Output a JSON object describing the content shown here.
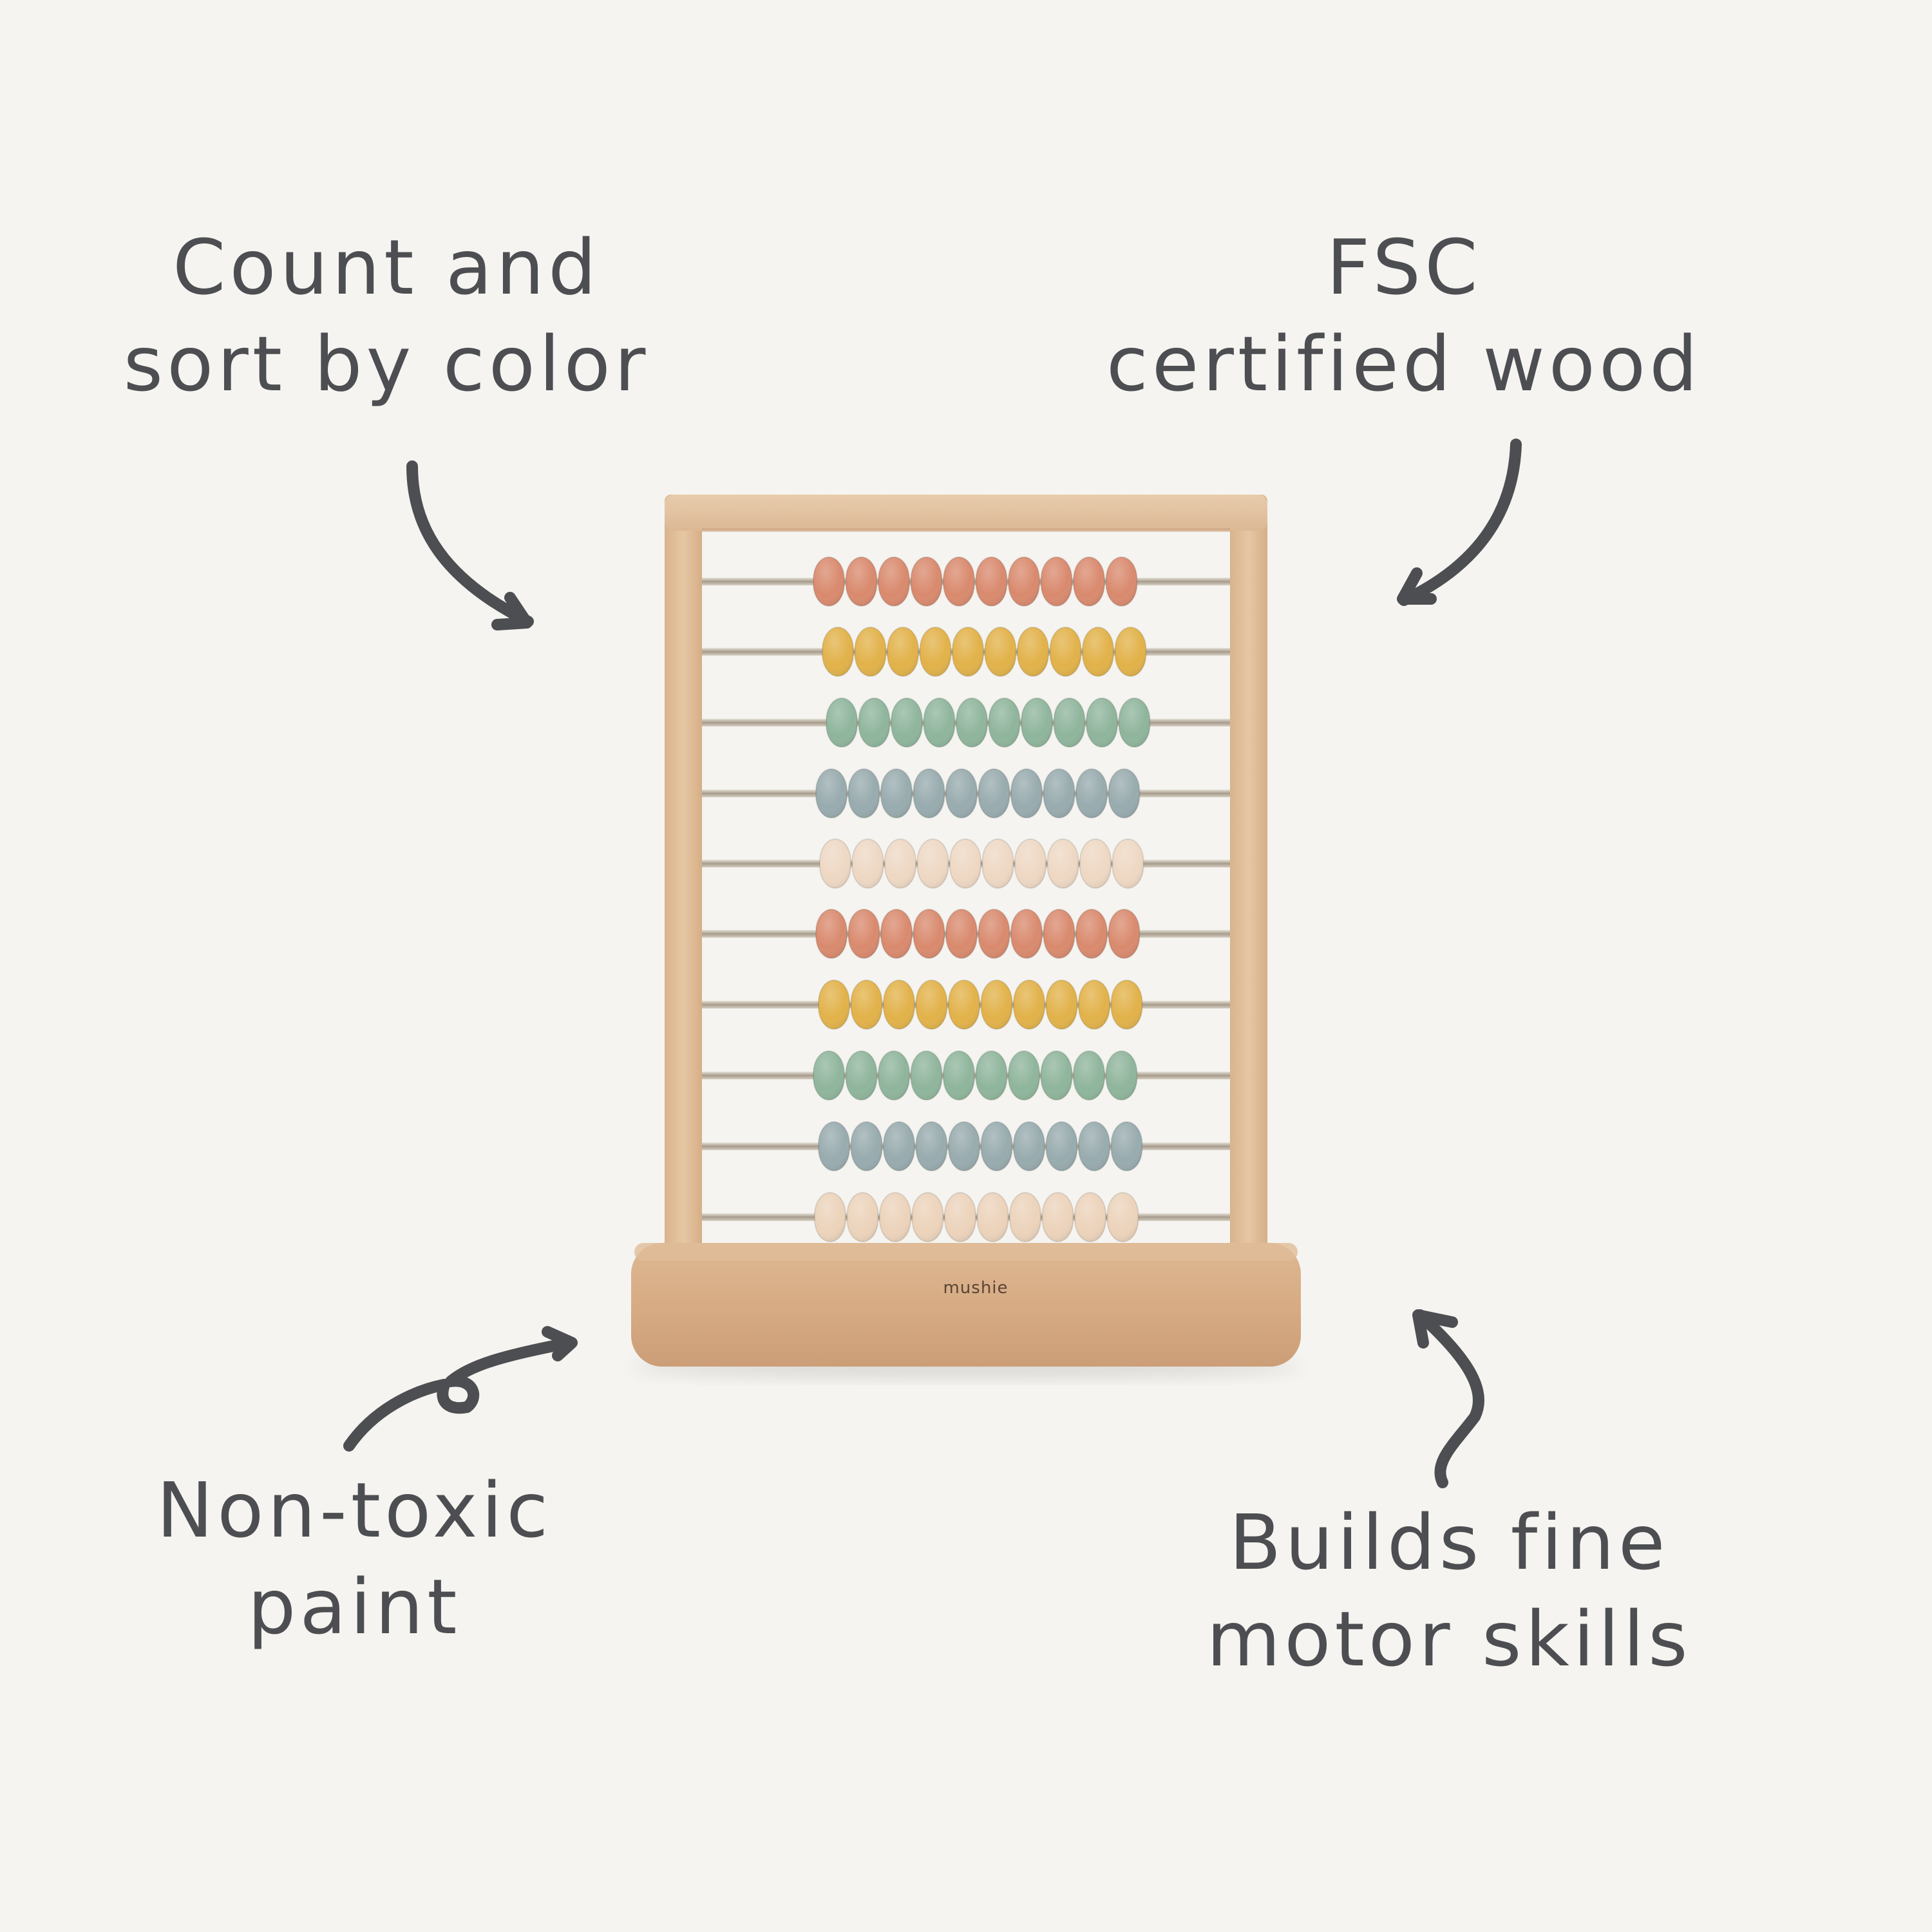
{
  "background_color": "#f5f4f0",
  "text_color": "#4d4e52",
  "callouts": {
    "top_left": {
      "line1": "Count and",
      "line2": "sort by color"
    },
    "top_right": {
      "line1": "FSC",
      "line2": "certified wood"
    },
    "bottom_left": {
      "line1": "Non-toxic",
      "line2": "paint"
    },
    "bottom_right": {
      "line1": "Builds fine",
      "line2": "motor skills"
    }
  },
  "product": {
    "name": "abacus",
    "brand_engraving": "mushie",
    "rods": 10,
    "beads_per_rod": 10,
    "bead_colors": [
      "#d98a6e",
      "#e2b24a",
      "#8fb59c",
      "#98abae",
      "#eed8c4",
      "#d98a6e",
      "#e2b24a",
      "#8fb59c",
      "#98abae",
      "#ecd3bb"
    ],
    "wood_color": "#e2c09c"
  }
}
